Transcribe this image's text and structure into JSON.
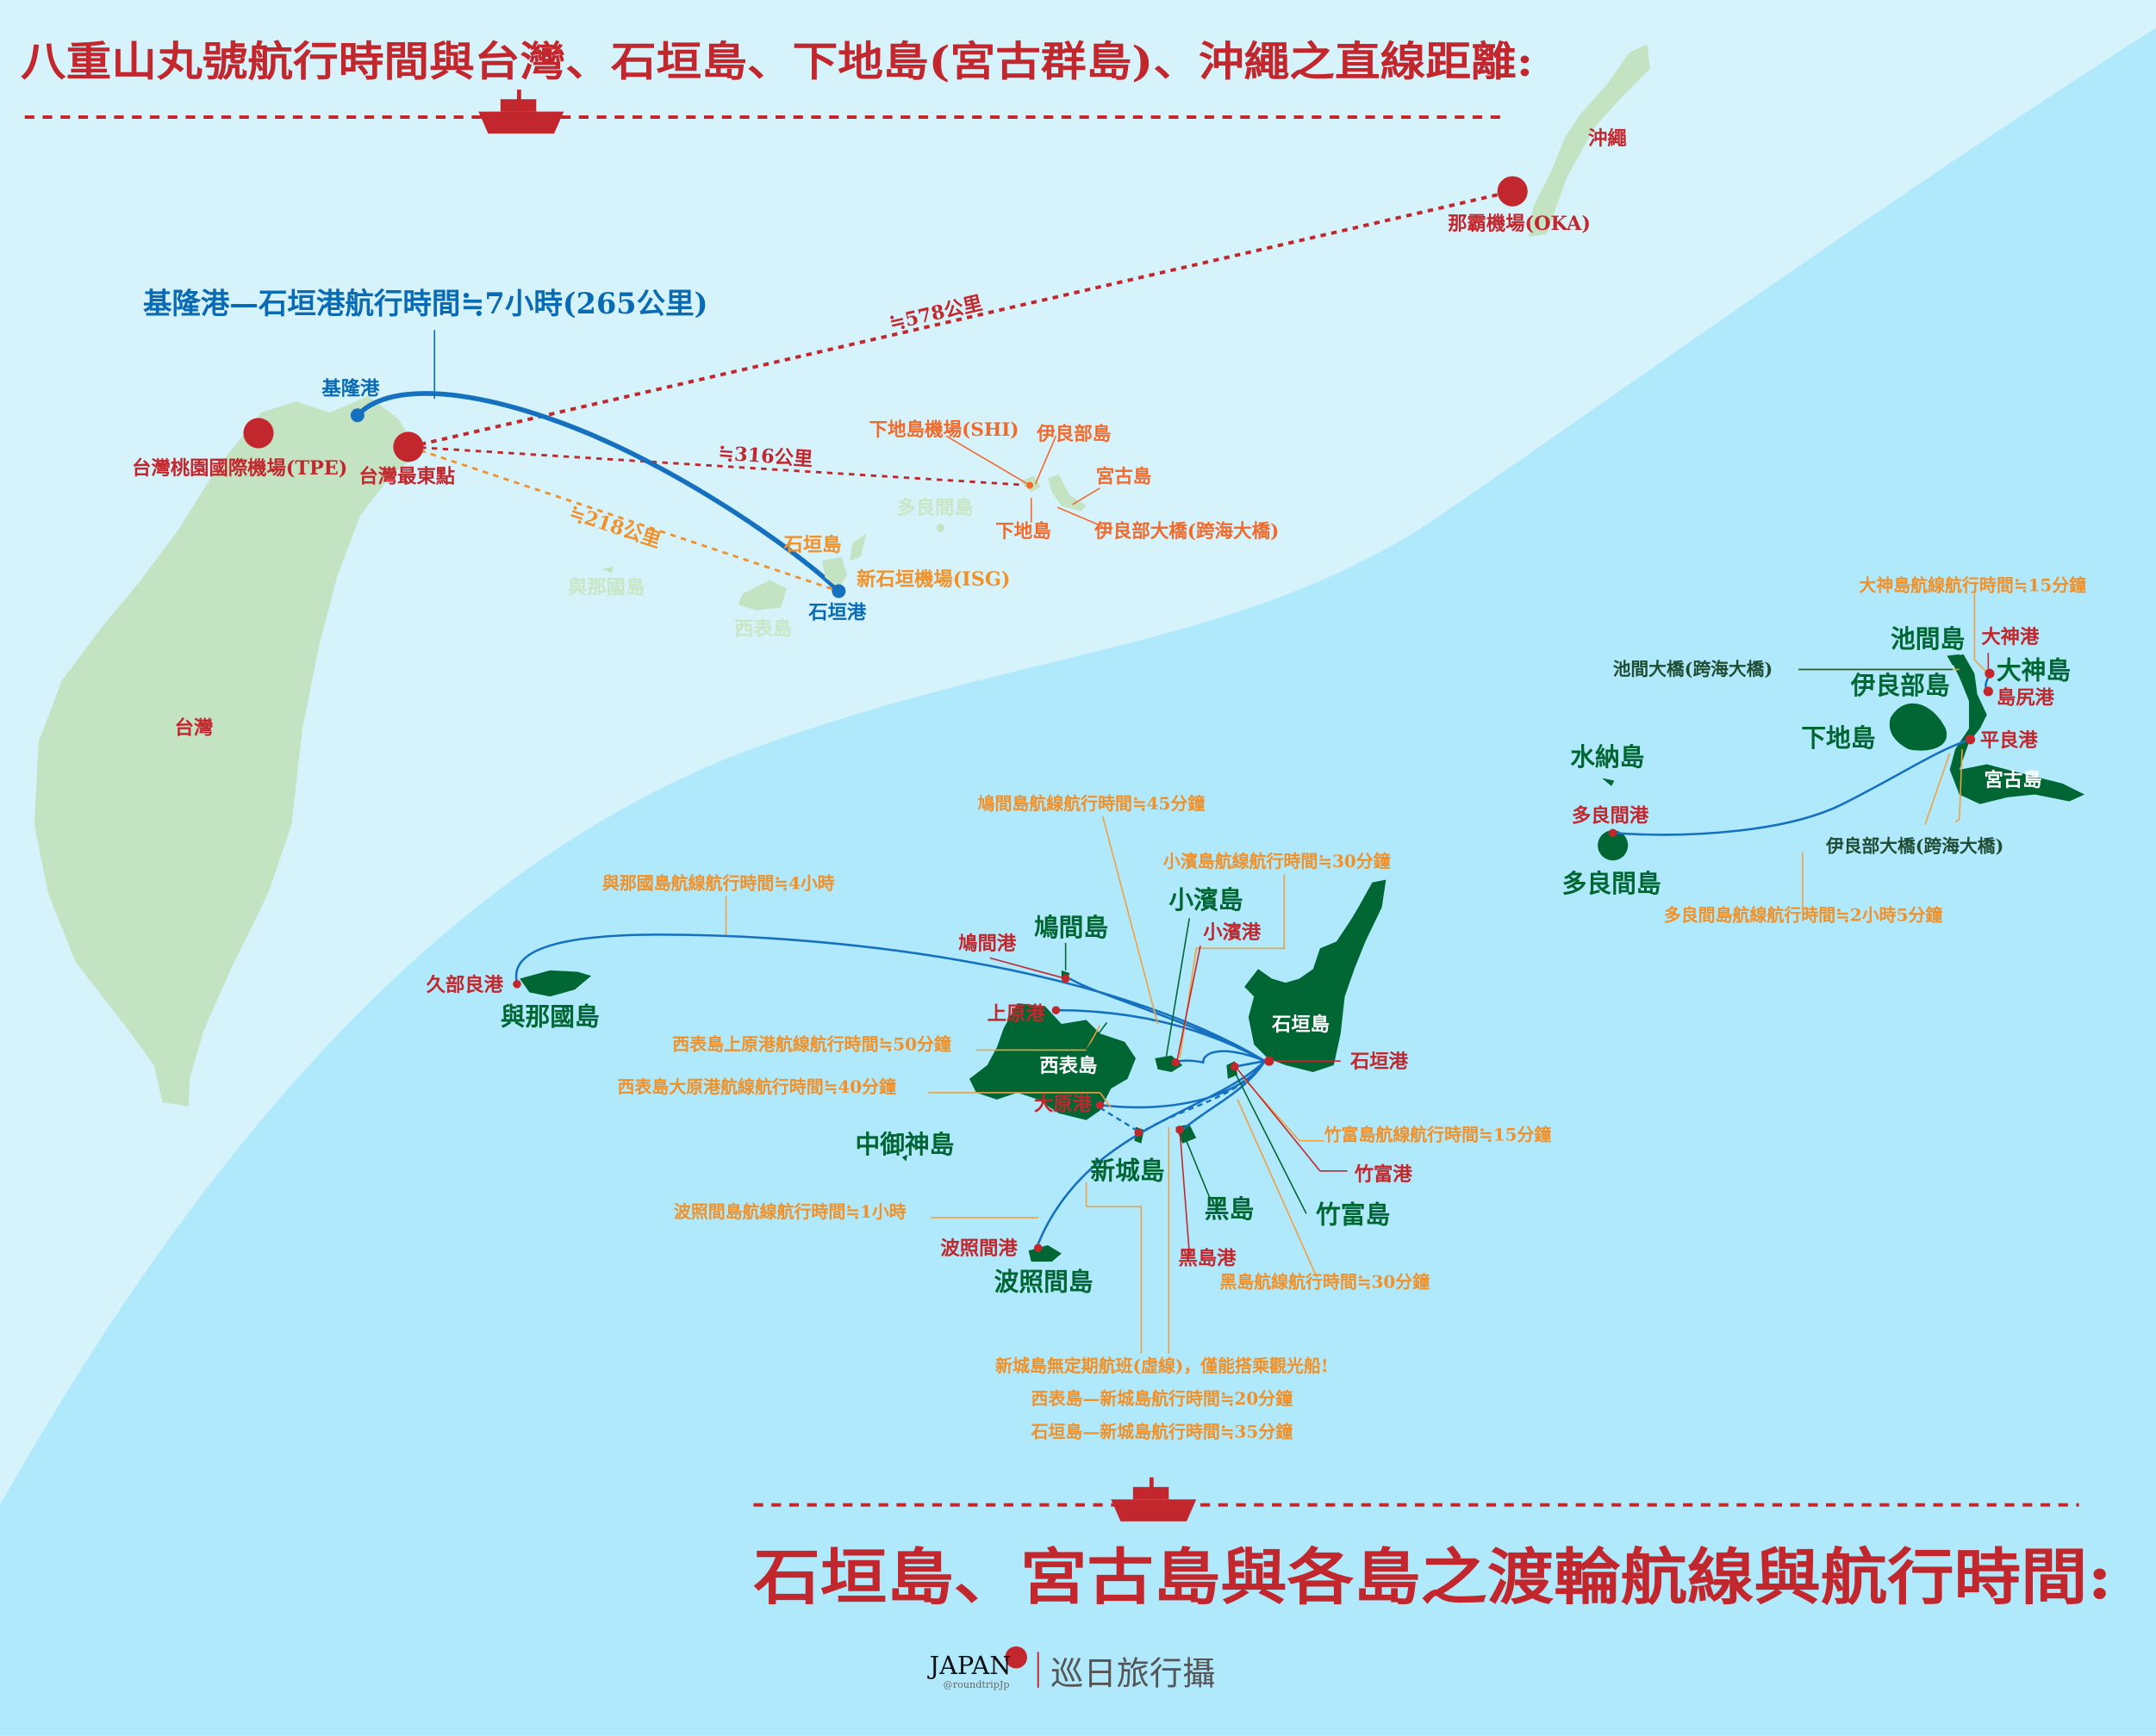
{
  "title_top": "八重山丸號航行時間與台灣、石垣島、下地島(宮古群島)、沖繩之直線距離:",
  "title_bottom": "石垣島、宮古島與各島之渡輪航線與航行時間:",
  "main_route": "基隆港—石垣港航行時間≒7小時(265公里)",
  "okinawa": {
    "name": "沖繩",
    "airport": "那霸機場(OKA)"
  },
  "taiwan": {
    "name": "台灣",
    "airport": "台灣桃園國際機場(TPE)",
    "east_point": "台灣最東點",
    "keelung": "基隆港"
  },
  "distances": {
    "okinawa": "≒578公里",
    "miyako": "≒316公里",
    "ishigaki": "≒218公里"
  },
  "miyako_overview": {
    "shi_airport": "下地島機場(SHI)",
    "irabu": "伊良部島",
    "miyako": "宮古島",
    "shimoji": "下地島",
    "irabu_bridge": "伊良部大橋(跨海大橋)",
    "tarama": "多良間島"
  },
  "yaeyama_overview": {
    "ishigaki": "石垣島",
    "isg_airport": "新石垣機場(ISG)",
    "ishigaki_port": "石垣港",
    "yonaguni": "與那國島",
    "iriomote": "西表島"
  },
  "routes": {
    "ogami": "大神島航線航行時間≒15分鐘",
    "hatoma": "鳩間島航線航行時間≒45分鐘",
    "kohama": "小濱島航線航行時間≒30分鐘",
    "yonaguni": "與那國島航線航行時間≒4小時",
    "uehara": "西表島上原港航線航行時間≒50分鐘",
    "ohara": "西表島大原港航線航行時間≒40分鐘",
    "taketomi": "竹富島航線航行時間≒15分鐘",
    "hateruma": "波照間島航線航行時間≒1小時",
    "kuroshima": "黑島航線航行時間≒30分鐘",
    "tarama": "多良間島航線航行時間≒2小時5分鐘"
  },
  "notes": [
    "新城島無定期航班(虛線)，僅能搭乘觀光船!",
    "西表島—新城島航行時間≒20分鐘",
    "石垣島—新城島航行時間≒35分鐘"
  ],
  "ports": {
    "ogami": "大神港",
    "shimajiri": "島尻港",
    "hirara": "平良港",
    "tarama": "多良間港",
    "hatoma": "鳩間港",
    "kohama": "小濱港",
    "uehara": "上原港",
    "ishigaki": "石垣港",
    "ohara": "大原港",
    "taketomi": "竹富港",
    "kuroshima": "黑島港",
    "hateruma": "波照間港",
    "kubura": "久部良港"
  },
  "islands": {
    "ikema": "池間島",
    "ogami": "大神島",
    "irabu": "伊良部島",
    "shimoji": "下地島",
    "minna": "水納島",
    "miyako": "宮古島",
    "tarama": "多良間島",
    "kohama": "小濱島",
    "hatoma": "鳩間島",
    "ishigaki": "石垣島",
    "iriomote": "西表島",
    "yonaguni": "與那國島",
    "nakanokami": "中御神島",
    "aragusuku": "新城島",
    "kuroshima": "黑島",
    "taketomi": "竹富島",
    "hateruma": "波照間島"
  },
  "bridges": {
    "ikema": "池間大橋(跨海大橋)",
    "irabu": "伊良部大橋(跨海大橋)"
  },
  "logo": {
    "brand": "JAPAN",
    "handle": "@roundtripJp",
    "name": "巡日旅行攝"
  },
  "colors": {
    "red": "#c1272d",
    "orange": "#f0912a",
    "green": "#006633",
    "blue": "#1570c0",
    "sea_light": "#d6f3fc",
    "sea_dark": "#b0e9fb"
  }
}
